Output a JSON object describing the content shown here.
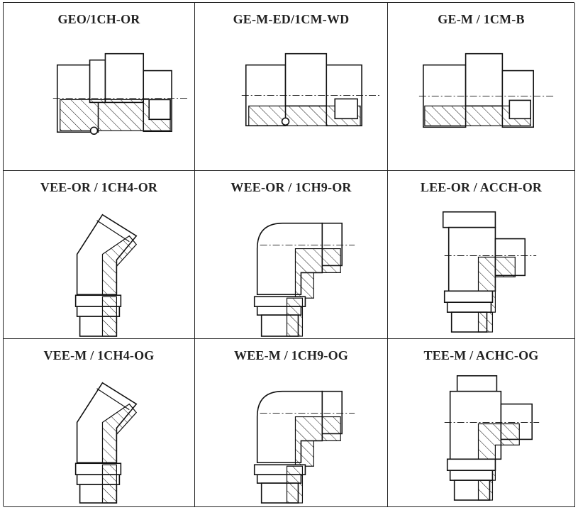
{
  "fittings": [
    {
      "code": "GEO/1CH-OR",
      "kind": "straight-oring"
    },
    {
      "code": "GE-M-ED/1CM-WD",
      "kind": "straight-ed"
    },
    {
      "code": "GE-M / 1CM-B",
      "kind": "straight"
    },
    {
      "code": "VEE-OR / 1CH4-OR",
      "kind": "elbow45"
    },
    {
      "code": "WEE-OR / 1CH9-OR",
      "kind": "elbow90"
    },
    {
      "code": "LEE-OR / ACCH-OR",
      "kind": "tee"
    },
    {
      "code": "VEE-M / 1CH4-OG",
      "kind": "elbow45"
    },
    {
      "code": "WEE-M / 1CH9-OG",
      "kind": "elbow90"
    },
    {
      "code": "TEE-M / ACHC-OG",
      "kind": "tee"
    }
  ]
}
